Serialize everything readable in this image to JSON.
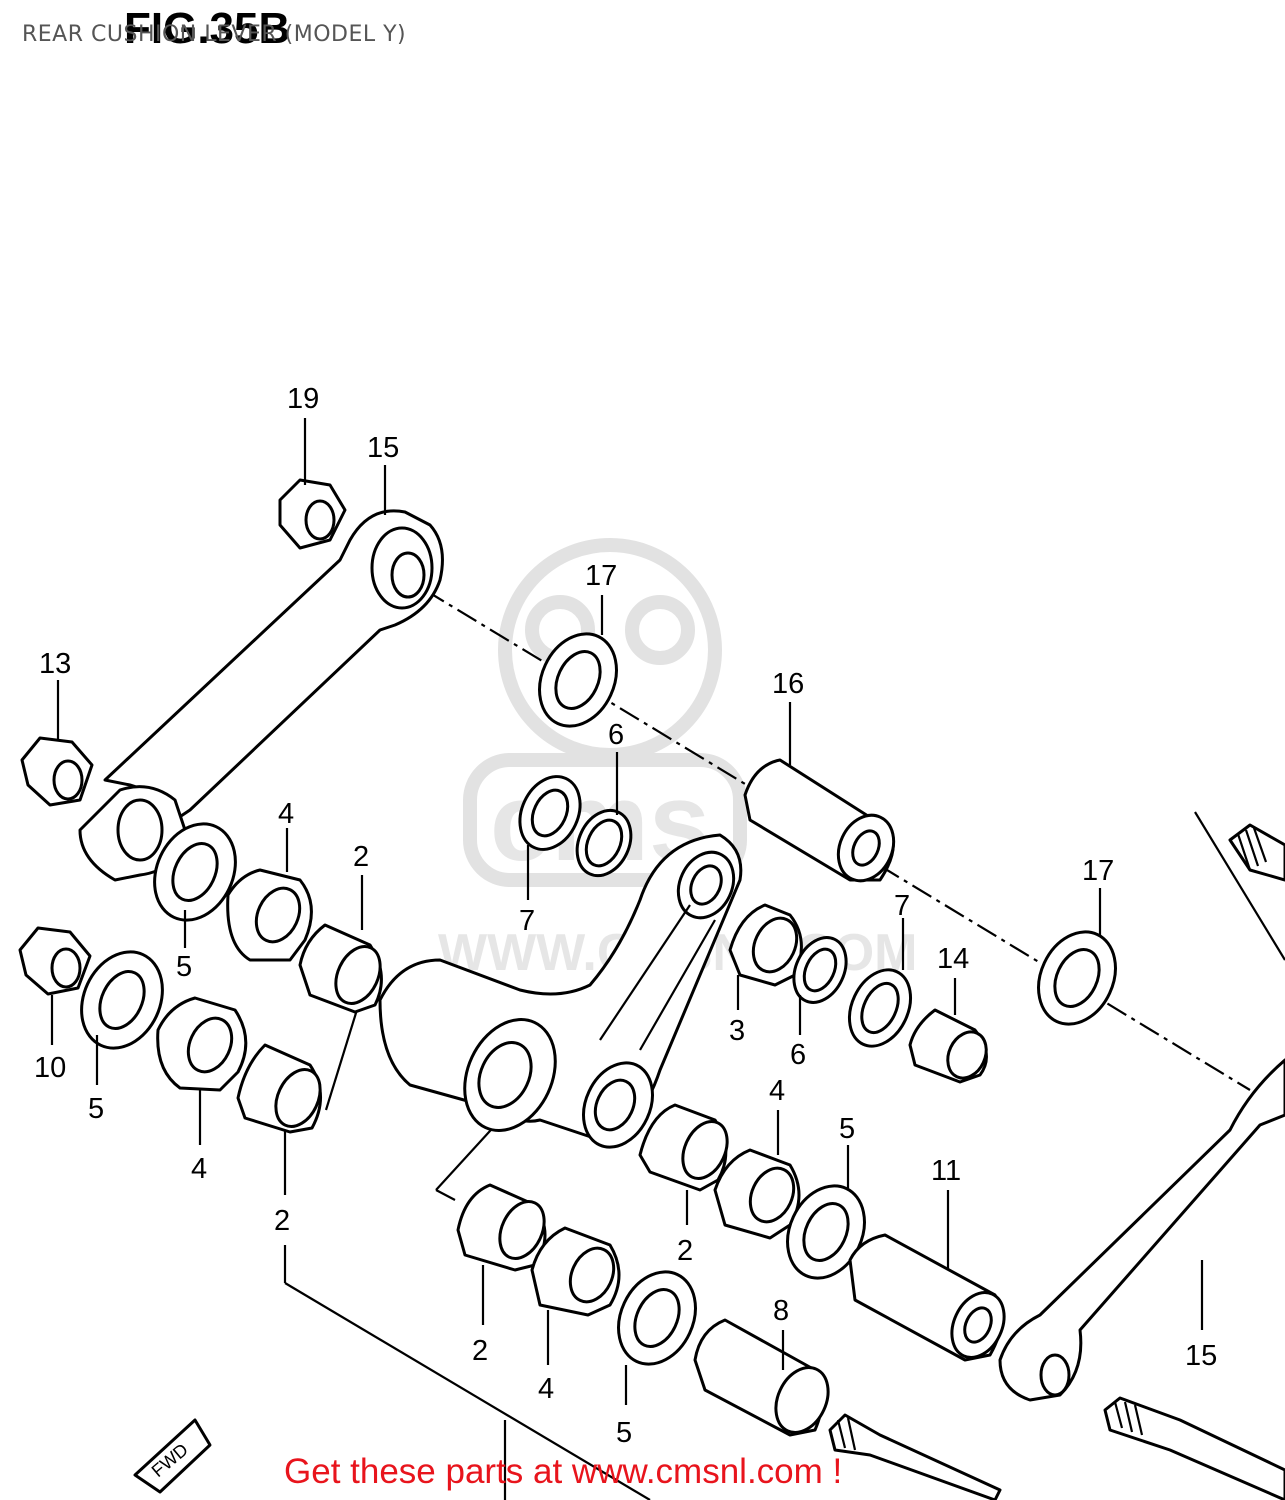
{
  "header": {
    "page_title": "REAR CUSHION LEVER (MODEL Y)",
    "figure_title": "FIG.35B"
  },
  "footer": {
    "cta_text": "Get these parts at www.cmsnl.com !"
  },
  "watermark": {
    "text": "WWW.CMSNL.COM",
    "logo_text": "cms"
  },
  "fwd_label": "FWD",
  "callouts": [
    {
      "id": "c19a",
      "label": "19"
    },
    {
      "id": "c15a",
      "label": "15"
    },
    {
      "id": "c17a",
      "label": "17"
    },
    {
      "id": "c13",
      "label": "13"
    },
    {
      "id": "c16",
      "label": "16"
    },
    {
      "id": "c6a",
      "label": "6"
    },
    {
      "id": "c4a",
      "label": "4"
    },
    {
      "id": "c2a",
      "label": "2"
    },
    {
      "id": "c7a",
      "label": "7"
    },
    {
      "id": "c5a",
      "label": "5"
    },
    {
      "id": "c17b",
      "label": "17"
    },
    {
      "id": "c7b",
      "label": "7"
    },
    {
      "id": "c14",
      "label": "14"
    },
    {
      "id": "c10",
      "label": "10"
    },
    {
      "id": "c3",
      "label": "3"
    },
    {
      "id": "c6b",
      "label": "6"
    },
    {
      "id": "c5b",
      "label": "5"
    },
    {
      "id": "c4b",
      "label": "4"
    },
    {
      "id": "c4c",
      "label": "4"
    },
    {
      "id": "c5c",
      "label": "5"
    },
    {
      "id": "c11",
      "label": "11"
    },
    {
      "id": "c2b",
      "label": "2"
    },
    {
      "id": "c2c",
      "label": "2"
    },
    {
      "id": "c8",
      "label": "8"
    },
    {
      "id": "c15b",
      "label": "15"
    },
    {
      "id": "c2d",
      "label": "2"
    },
    {
      "id": "c4d",
      "label": "4"
    },
    {
      "id": "c5d",
      "label": "5"
    }
  ]
}
